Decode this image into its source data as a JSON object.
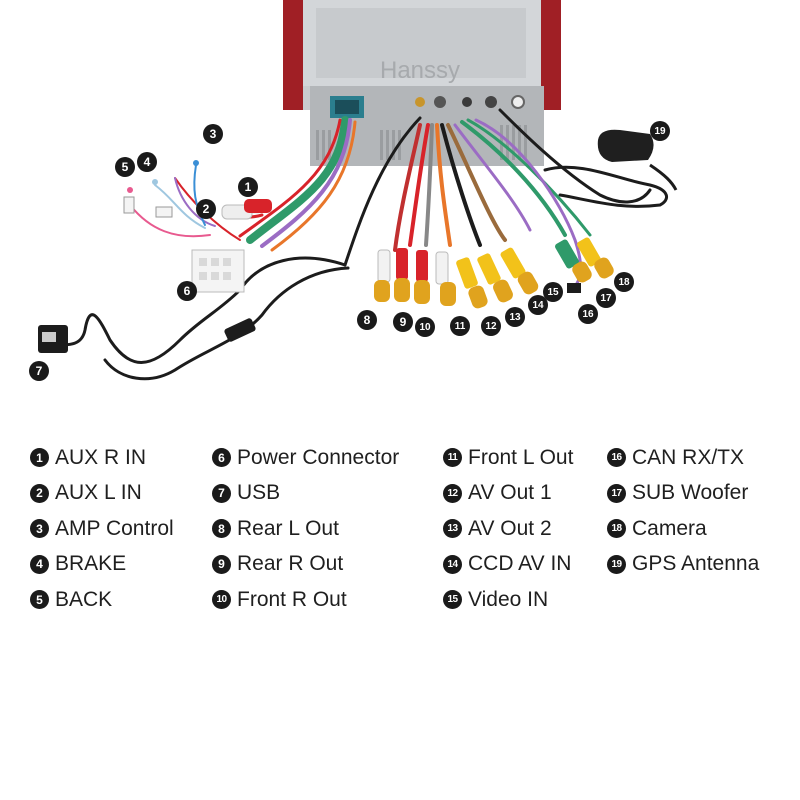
{
  "brand": "Hanssy",
  "legend": [
    {
      "num": "1",
      "label": "AUX R IN"
    },
    {
      "num": "2",
      "label": "AUX L IN"
    },
    {
      "num": "3",
      "label": "AMP Control"
    },
    {
      "num": "4",
      "label": "BRAKE"
    },
    {
      "num": "5",
      "label": "BACK"
    },
    {
      "num": "6",
      "label": "Power Connector"
    },
    {
      "num": "7",
      "label": "USB"
    },
    {
      "num": "8",
      "label": "Rear L Out"
    },
    {
      "num": "9",
      "label": "Rear R Out"
    },
    {
      "num": "10",
      "label": "Front R Out"
    },
    {
      "num": "11",
      "label": "Front L Out"
    },
    {
      "num": "12",
      "label": "AV Out 1"
    },
    {
      "num": "13",
      "label": "AV Out 2"
    },
    {
      "num": "14",
      "label": "CCD AV IN"
    },
    {
      "num": "15",
      "label": "Video IN"
    },
    {
      "num": "16",
      "label": "CAN RX/TX"
    },
    {
      "num": "17",
      "label": "SUB Woofer"
    },
    {
      "num": "18",
      "label": "Camera"
    },
    {
      "num": "19",
      "label": "GPS Antenna"
    }
  ],
  "colors": {
    "rca_yellow": "#f2c21a",
    "rca_red": "#d8232a",
    "rca_white": "#f2f2f2",
    "tip_gold": "#e0a31e",
    "wire_black": "#1c1c1c",
    "wire_green": "#2f9a6a",
    "wire_purple": "#9b6cc4",
    "wire_orange": "#e8762a",
    "unit_gray": "#b9bcbf"
  }
}
